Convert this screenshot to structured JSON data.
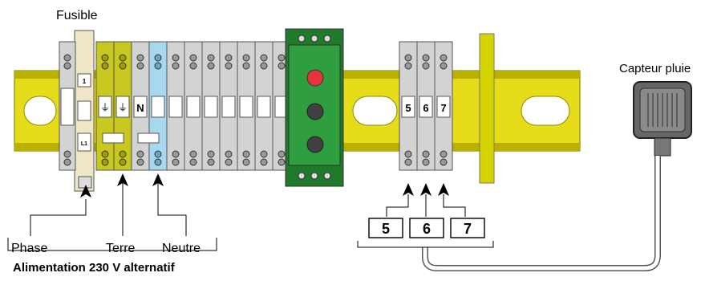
{
  "labels": {
    "fusible": "Fusible",
    "capteur": "Capteur pluie",
    "phase": "Phase",
    "terre": "Terre",
    "neutre": "Neutre",
    "alimentation": "Alimentation 230 V alternatif"
  },
  "fuse_marks": {
    "top": "1",
    "bottom": "L1"
  },
  "block_marks": {
    "earth1": "⏚",
    "earth2": "⏚",
    "neutral": "N"
  },
  "sensor_terminals": [
    "5",
    "6",
    "7"
  ],
  "sensor_boxes": [
    "5",
    "6",
    "7"
  ],
  "colors": {
    "rail": "#e6dc19",
    "rail_stripe": "#b9b000",
    "terminal_grey": "#d3d3d3",
    "earth_yellow": "#c8c820",
    "neutral_blue": "#a8d8f0",
    "module_green": "#2e9e3e",
    "module_dark": "#1f7a2c",
    "led_red": "#e8323c",
    "led_dark": "#404040",
    "end_bracket": "#d4d400"
  },
  "icons": [
    "fuse-holder-icon",
    "rain-sensor-icon",
    "arrow-up-icon"
  ]
}
